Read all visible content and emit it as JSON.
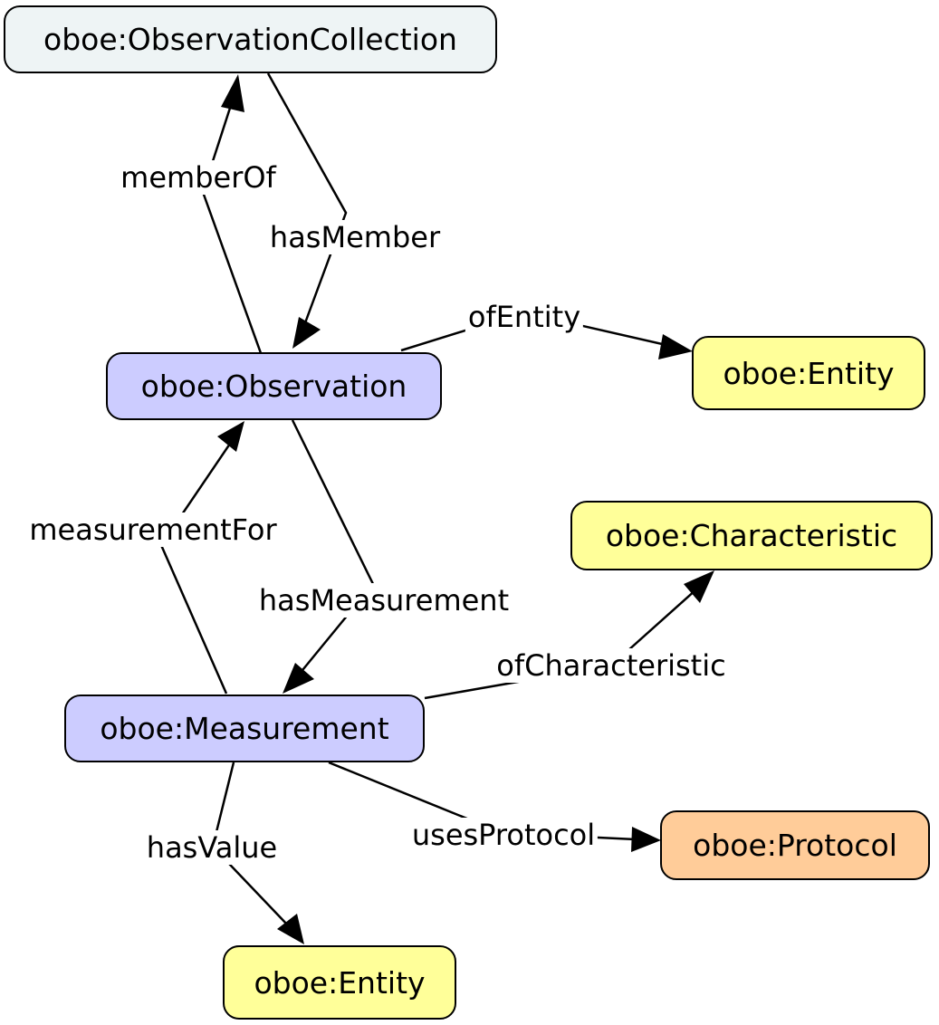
{
  "nodes": {
    "observation_collection": {
      "label": "oboe:ObservationCollection",
      "fill": "#eef4f5"
    },
    "observation": {
      "label": "oboe:Observation",
      "fill": "#ccccff"
    },
    "entity_top": {
      "label": "oboe:Entity",
      "fill": "#ffff99"
    },
    "characteristic": {
      "label": "oboe:Characteristic",
      "fill": "#ffff99"
    },
    "measurement": {
      "label": "oboe:Measurement",
      "fill": "#ccccff"
    },
    "protocol": {
      "label": "oboe:Protocol",
      "fill": "#ffcc99"
    },
    "entity_bottom": {
      "label": "oboe:Entity",
      "fill": "#ffff99"
    }
  },
  "edges": {
    "member_of": {
      "label": "memberOf",
      "from": "observation",
      "to": "observation_collection"
    },
    "has_member": {
      "label": "hasMember",
      "from": "observation_collection",
      "to": "observation"
    },
    "of_entity": {
      "label": "ofEntity",
      "from": "observation",
      "to": "entity_top"
    },
    "measurement_for": {
      "label": "measurementFor",
      "from": "measurement",
      "to": "observation"
    },
    "has_measurement": {
      "label": "hasMeasurement",
      "from": "observation",
      "to": "measurement"
    },
    "of_characteristic": {
      "label": "ofCharacteristic",
      "from": "measurement",
      "to": "characteristic"
    },
    "uses_protocol": {
      "label": "usesProtocol",
      "from": "measurement",
      "to": "protocol"
    },
    "has_value": {
      "label": "hasValue",
      "from": "measurement",
      "to": "entity_bottom"
    }
  },
  "colors": {
    "stroke": "#000000",
    "background": "#ffffff"
  }
}
